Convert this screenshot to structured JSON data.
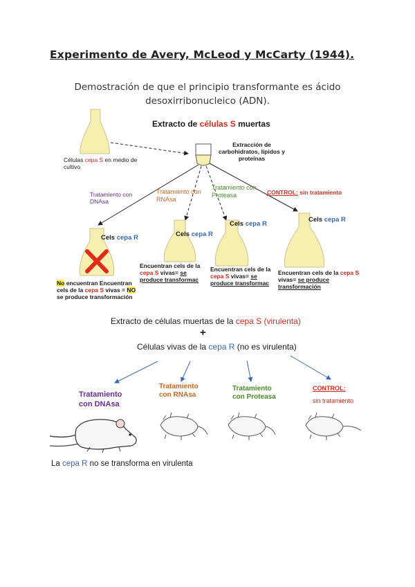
{
  "title": "Experimento de Avery, McLeod y McCarty (1944).",
  "subtitle": "Demostración de que el principio transformante es ácido desoxirribonucleico (ADN).",
  "diagram1": {
    "header_a": "Extracto de ",
    "header_b": "células S",
    "header_c": " muertas",
    "flask_label_a": "Células ",
    "flask_label_b": "cepa S",
    "flask_label_c": " en medio de cultivo",
    "extraction": "Extracción de carbohidratos, lípidos y proteínas",
    "t_dnasa": "Tratamiento con DNAsa",
    "t_rnasa": "Tratamiento con RNAsa",
    "t_proteasa": "Tratamiento con Proteasa",
    "t_control_a": "CONTROL:",
    "t_control_b": " sin tratamiento",
    "cels": "Cels",
    "cepa_r": "cepa R",
    "f1_no": "No",
    "f1_a": " encuentran Encuentran cels de la ",
    "f1_cepa": "cepa S",
    "f1_b": " vivas = ",
    "f1_no2": "NO",
    "f1_c": " se produce transformación",
    "f2_a": "Encuentran cels de la ",
    "f2_cepa": "cepa S",
    "f2_b": " vivas= ",
    "f2_c": "se produce transformac",
    "f3_a": "Encuentran cels de la ",
    "f3_cepa": "cepa S",
    "f3_b": " vivas= ",
    "f3_c": "se produce transformac",
    "f4_a": "Encuentran cels de la ",
    "f4_cepa": "cepa S",
    "f4_b": " vivas= ",
    "f4_c": "se produce transformación"
  },
  "diagram2": {
    "line1_a": "Extracto de células muertas de la ",
    "line1_cepa": "cepa S",
    "line1_b": " (virulenta)",
    "plus": "+",
    "line2_a": "Células vivas de la ",
    "line2_cepa": "cepa R",
    "line2_b": " (no es virulenta)",
    "t_dnasa": "Tratamiento con DNAsa",
    "t_rnasa": "Tratamiento con RNAsa",
    "t_proteasa": "Tratamiento con Proteasa",
    "t_control_a": "CONTROL:",
    "t_control_b": "sin tratamiento",
    "footer_a": "La ",
    "footer_cepa": "cepa R",
    "footer_b": " no se transforma en virulenta"
  },
  "colors": {
    "red": "#d22a1e",
    "blue": "#3a66b8",
    "green": "#4a8a2a",
    "orange": "#c8661e",
    "purple": "#6a2a9a",
    "flask_fill": "#f7efb0"
  }
}
